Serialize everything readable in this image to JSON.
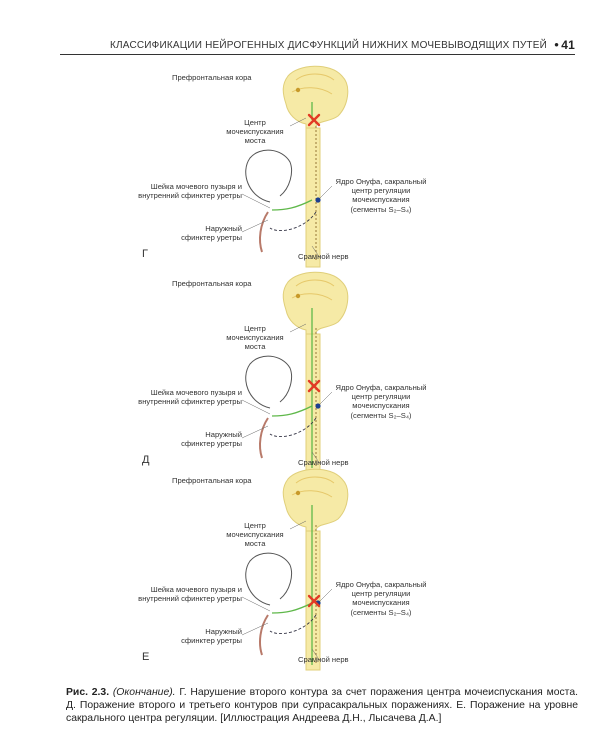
{
  "header": {
    "title": "КЛАССИФИКАЦИИ НЕЙРОГЕННЫХ ДИСФУНКЦИЙ НИЖНИХ МОЧЕВЫВОДЯЩИХ ПУТЕЙ",
    "bullet": "•",
    "page_number": "41"
  },
  "labels": {
    "cortex": "Префронтальная кора",
    "pons_center": "Центр мочеиспускания моста",
    "bladder_neck": "Шейка мочевого пузыря и внутренний сфинктер уретры",
    "ext_sphincter": "Наружный сфинктер уретры",
    "onuf": "Ядро Онуфа, сакральный центр регуляции мочеиспускания",
    "segments": "(сегменты S₂–S₄)",
    "pudendal": "Срамной нерв"
  },
  "panels": [
    {
      "letter": "Г",
      "lesion": "pons"
    },
    {
      "letter": "Д",
      "lesion": "suprasacral"
    },
    {
      "letter": "Е",
      "lesion": "sacral"
    }
  ],
  "colors": {
    "brain": "#f6eaa6",
    "brain_edge": "#e0cf7a",
    "green": "#5fb84a",
    "lesion": "#e23a25",
    "nucleus": "#1d3f8f"
  },
  "caption": {
    "fig_label": "Рис. 2.3.",
    "continuation": "(Окончание).",
    "text_g": " Г. Нарушение второго контура за счет поражения центра мочеиспускания моста. Д. Поражение второго и третьего контуров при супрасакральных поражениях. Е. Поражение на уровне сакрального центра регуляции. [Иллюстрация Андреева Д.Н., Лысачева Д.А.]"
  }
}
